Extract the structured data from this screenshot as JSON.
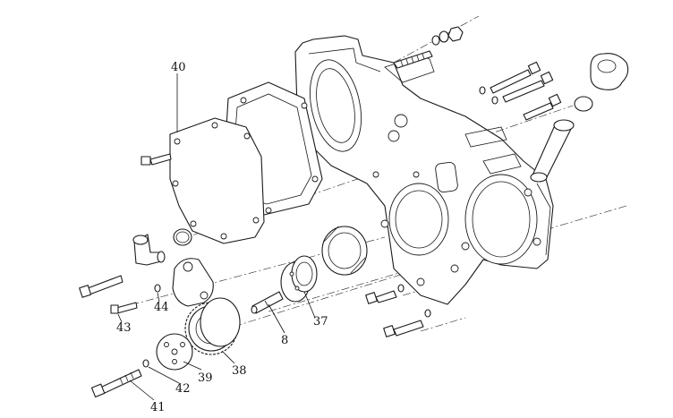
{
  "callouts": {
    "c40": "40",
    "c44": "44",
    "c43": "43",
    "c8": "8",
    "c37": "37",
    "c42": "42",
    "c39": "39",
    "c38": "38",
    "c41": "41"
  },
  "colors": {
    "line": "#1a1a1a",
    "background": "#ffffff"
  }
}
